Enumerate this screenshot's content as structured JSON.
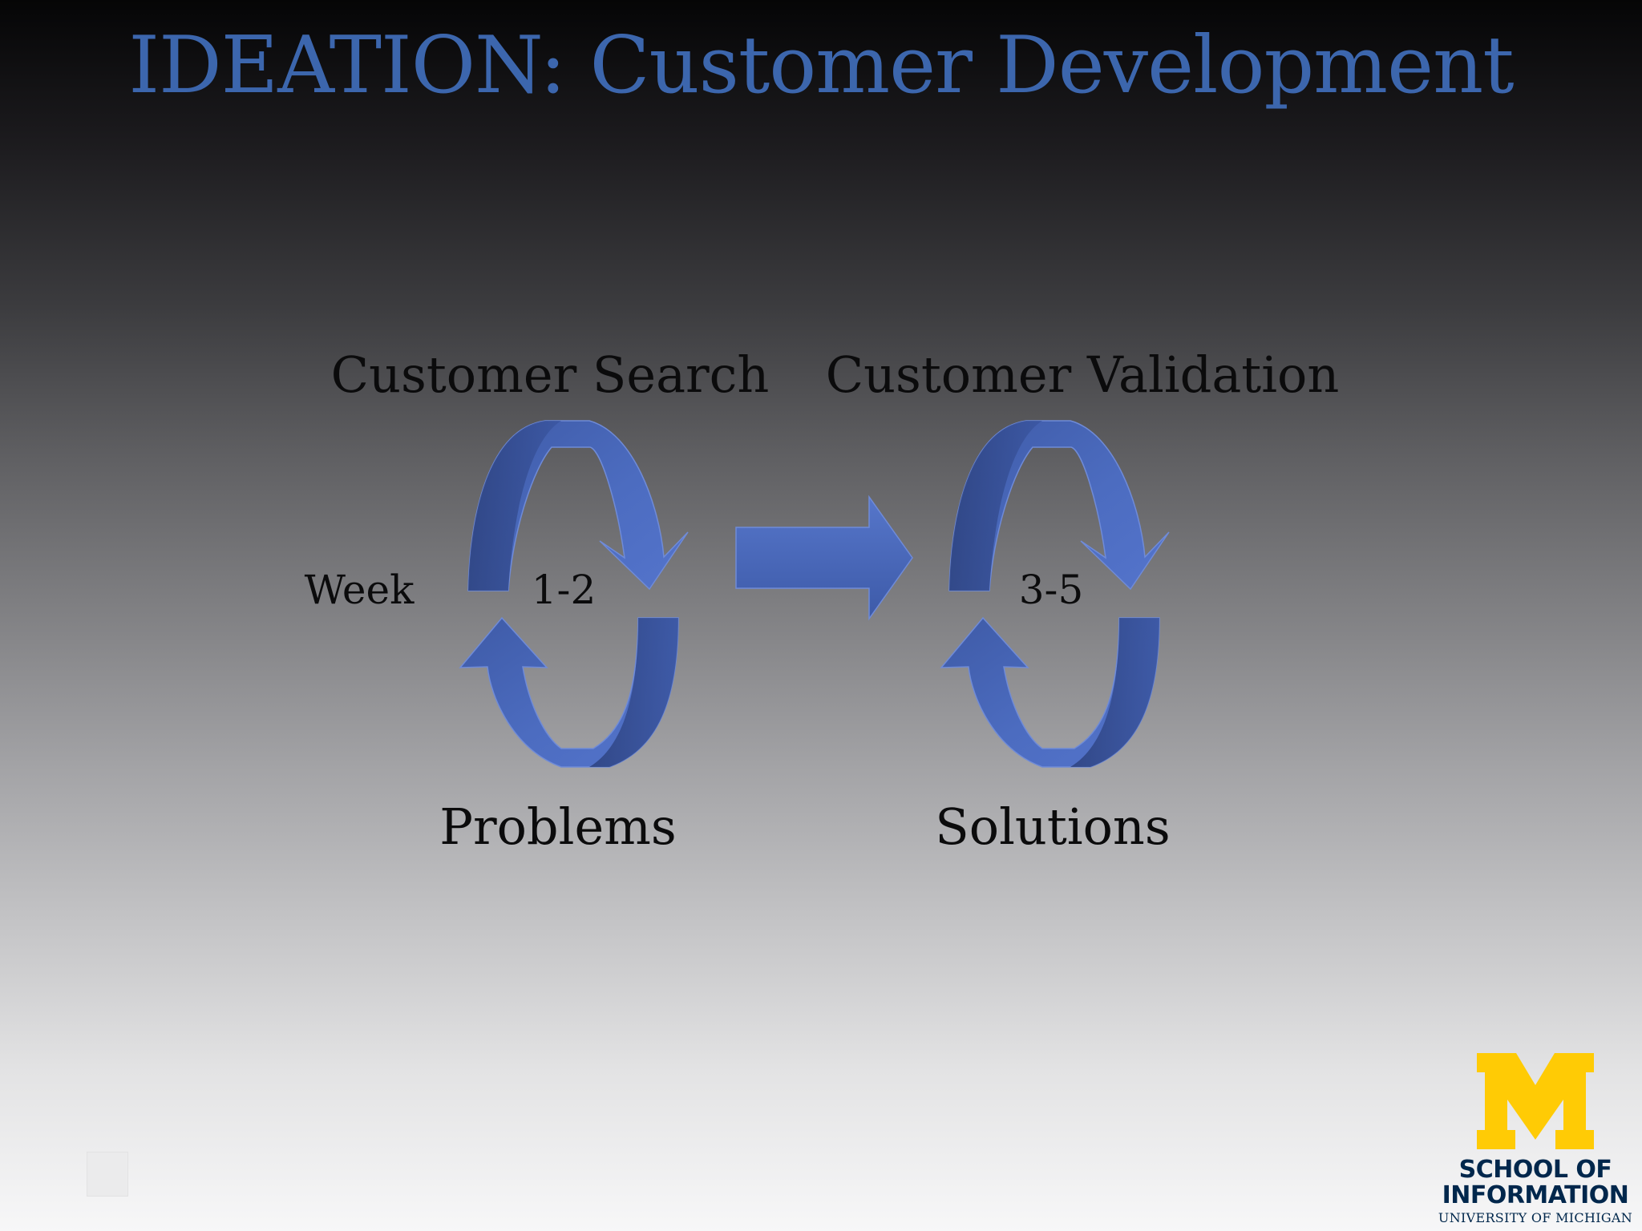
{
  "slide": {
    "title": "IDEATION: Customer Development",
    "title_color": "#3c66ad",
    "accent_color": "#4a67b8"
  },
  "stages": [
    {
      "heading": "Customer Search",
      "weeks": "1-2",
      "outcome": "Problems"
    },
    {
      "heading": "Customer Validation",
      "weeks": "3-5",
      "outcome": "Solutions"
    }
  ],
  "week_label": "Week",
  "logo": {
    "line1": "SCHOOL OF",
    "line2": "INFORMATION",
    "line3": "UNIVERSITY OF MICHIGAN",
    "maize": "#ffcb05",
    "blue": "#00274c"
  },
  "icons": {
    "cycle": "circular-arrows-icon",
    "transition": "right-arrow-icon",
    "logo_mark": "block-m-logo"
  }
}
